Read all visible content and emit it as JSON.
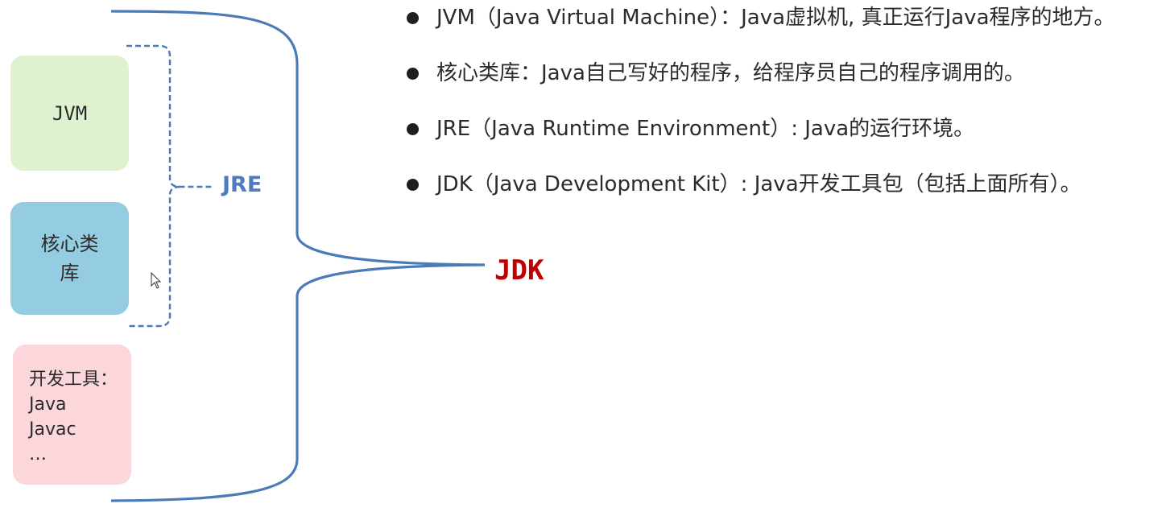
{
  "boxes": {
    "jvm": "JVM",
    "core_lib": "核心类库",
    "tools": [
      "开发工具：",
      "Java",
      "Javac",
      "…"
    ]
  },
  "labels": {
    "jre": "JRE",
    "jdk": "JDK"
  },
  "bullets": [
    "JVM（Java Virtual Machine）：Java虚拟机, 真正运行Java程序的地方。",
    "核心类库：Java自己写好的程序，给程序员自己的程序调用的。",
    "JRE（Java Runtime Environment）: Java的运行环境。",
    "JDK（Java Development Kit）: Java开发工具包（包括上面所有）。"
  ],
  "colors": {
    "jvm_box": "#dff2cf",
    "core_box": "#94cde2",
    "tools_box": "#fbd6da",
    "jre_accent": "#4f7bbf",
    "jdk_accent": "#c00000",
    "brace": "#4a7ab8"
  }
}
